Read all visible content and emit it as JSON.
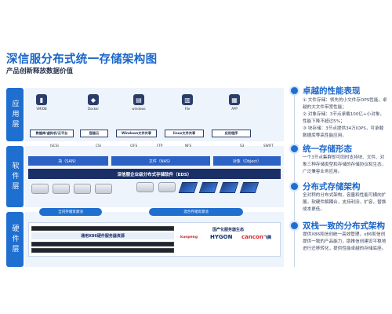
{
  "title": "深信服分布式统一存储架构图",
  "subtitle": "产品创新释放数据价值",
  "layers": {
    "application": "应用层",
    "software": "软件层",
    "hardware": "硬件层"
  },
  "apps": [
    {
      "icon": "▮",
      "label": "VM/DB"
    },
    {
      "icon": "◆",
      "label": "Docker"
    },
    {
      "icon": "▤",
      "label": "windows"
    },
    {
      "icon": "▥",
      "label": "File"
    },
    {
      "icon": "▦",
      "label": "APP"
    }
  ],
  "app_boxes": [
    "数据库/虚拟机/云平台",
    "容器云",
    "Windows文件共享",
    "linux文件共享",
    "应用程序"
  ],
  "protocols": [
    "ISCSI",
    "CSI",
    "CIFS",
    "FTP",
    "NFS",
    "S3",
    "SWIFT"
  ],
  "storage_types": [
    "块（SAN）",
    "文件（NAS）",
    "对象（Object）"
  ],
  "eds": "深信服企业级分布式存储软件（EDS）",
  "pools": {
    "hdd": "全闪存储资源池",
    "ssd": "混合存储资源池"
  },
  "hardware": {
    "general": "通用X86硬件服务器资源",
    "domestic": "国产化服务器生态"
  },
  "vendors": [
    "kunpeng",
    "HYGON",
    "cancon",
    "飞腾"
  ],
  "sections": [
    {
      "title": "卓越的性能表现",
      "items": [
        "文件存储：领先的小文件存OPS性能，卓越的大文件带宽性能；",
        "对象存储：3节点承载100亿+小对象，性能下降不超过5%；",
        "块存储：3节点提供34万IOPS，可承载数据库等高性能应用。"
      ]
    },
    {
      "title": "统一存储形态",
      "body": "一个3节点集群即可同时支持块、文件、对象三种存储类型和存储的存储协议和生态，广泛兼容业务应用。"
    },
    {
      "title": "分布式存储架构",
      "body": "全对称的分布式架构，容量和性能可横向扩展。软硬件解耦合，支持利旧，扩容，替换成本更低。"
    },
    {
      "title": "双栈一致的分布式架构",
      "body": "提供X86和信创统一高效管理，x86和信创提供一致的产品能力，助推信创建设平稳地进行迁移转化，提供性能卓越的存储底座。"
    }
  ],
  "colors": {
    "accent": "#1b66c9",
    "dark": "#1a2f66",
    "bar": "#2d62c5"
  }
}
